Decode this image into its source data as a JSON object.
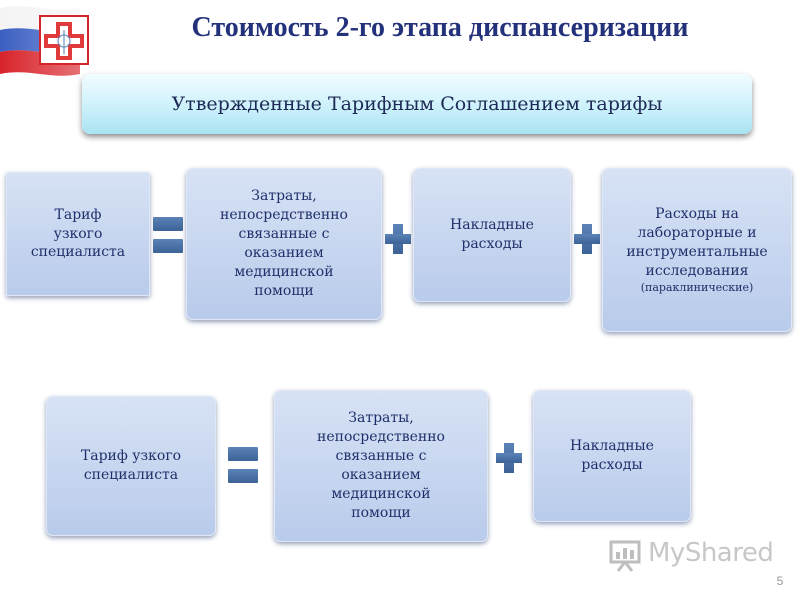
{
  "title": "Стоимость 2-го этапа  диспансеризации",
  "subtitle": "Утвержденные Тарифным Соглашением тарифы",
  "row1": {
    "tariff": [
      "Тариф",
      "узкого",
      "специалиста"
    ],
    "direct_costs": [
      "Затраты,",
      "непосредственно",
      "связанные с",
      "оказанием",
      "медицинской",
      "помощи"
    ],
    "overhead": [
      "Накладные",
      "расходы"
    ],
    "lab_costs": [
      "Расходы на",
      "лабораторные и",
      "инструментальные",
      "исследования"
    ],
    "lab_costs_note": "(параклинические)"
  },
  "row2": {
    "tariff": [
      "Тариф узкого",
      "специалиста"
    ],
    "direct_costs": [
      "Затраты,",
      "непосредственно",
      "связанные с",
      "оказанием",
      "медицинской",
      "помощи"
    ],
    "overhead": [
      "Накладные",
      "расходы"
    ]
  },
  "watermark": {
    "text": "MyShared"
  },
  "page_number": "5",
  "colors": {
    "title": "#23327a",
    "box_fill": "#c8d7f0",
    "operator": "#4a72a8",
    "subtitle_bar": "#c9f0fb"
  },
  "icons": {
    "logo": "russian-flag-medical-cross",
    "equals": "equals-sign",
    "plus": "plus-sign",
    "watermark": "presentation-board-icon"
  }
}
